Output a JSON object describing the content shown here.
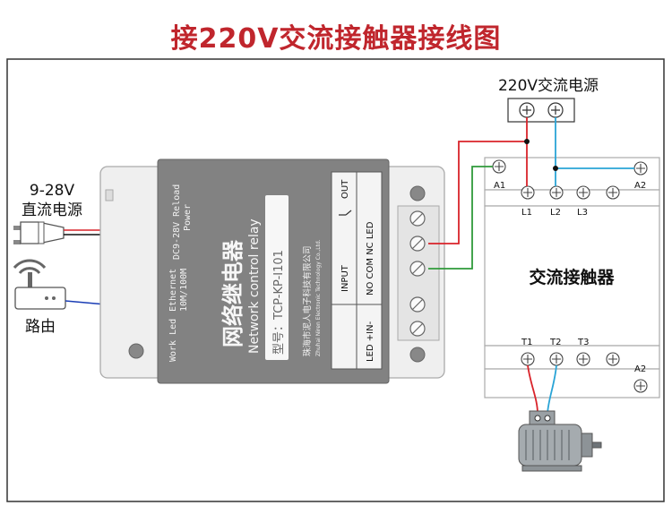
{
  "title": "接220V交流接触器接线图",
  "colors": {
    "title": "#c0262d",
    "live": "#d9232a",
    "neutral": "#2aa4d6",
    "signal": "#1a3db5",
    "relay_wire": "#2f9a3a"
  },
  "power_supply": {
    "label": "220V交流电源"
  },
  "dc_input": {
    "label_line1": "9-28V",
    "label_line2": "直流电源"
  },
  "router": {
    "label": "路由"
  },
  "relay": {
    "name_cn": "网络继电器",
    "name_en": "Network control relay",
    "model": "型号：TCP-KP-I101",
    "maker_cn": "珠海市泥人电子科技有限公司",
    "maker_en": "Zhuhai Niren Electronic Technology Co.,Ltd.",
    "work_led": "Work Led",
    "ethernet_a": "Ethernet",
    "ethernet_b": "10M/100M",
    "dc_a": "DC9-28V Reload",
    "dc_b": "Power",
    "panel_input": "INPUT",
    "panel_out": "OUT",
    "panel_no_com_nc_led": "NO COM NC LED",
    "panel_led_in": "LED  +IN-"
  },
  "contactor": {
    "label": "交流接触器",
    "a1": "A1",
    "a2_top": "A2",
    "a2_bottom": "A2",
    "l1": "L1",
    "l2": "L2",
    "l3": "L3",
    "t1": "T1",
    "t2": "T2",
    "t3": "T3"
  }
}
